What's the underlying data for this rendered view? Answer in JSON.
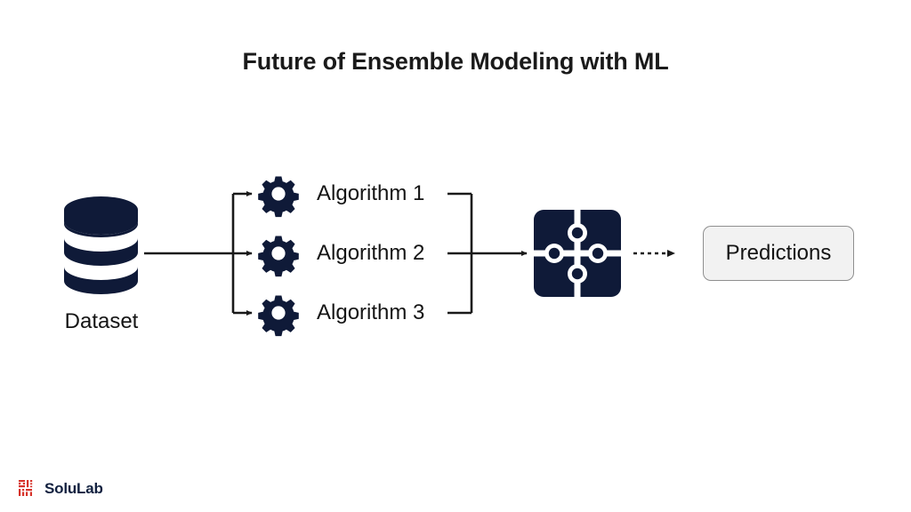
{
  "page": {
    "title": "Future of Ensemble Modeling with ML",
    "background_color": "#ffffff"
  },
  "colors": {
    "navy": "#0f1a38",
    "text": "#141414",
    "title": "#1a1a1a",
    "line": "#1a1a1a",
    "box_fill": "#f2f2f2",
    "box_border": "#8f8f8f",
    "brand_red": "#d6322a",
    "brand_navy": "#11203f"
  },
  "diagram": {
    "type": "flow",
    "source": {
      "label": "Dataset",
      "icon": "database-icon"
    },
    "stages": [
      {
        "label": "Algorithm 1",
        "icon": "gear-icon"
      },
      {
        "label": "Algorithm 2",
        "icon": "gear-icon"
      },
      {
        "label": "Algorithm 3",
        "icon": "gear-icon"
      }
    ],
    "combiner": {
      "icon": "puzzle-icon",
      "label": ""
    },
    "output": {
      "label": "Predictions"
    },
    "connectors": {
      "fan_out": "solid-arrow",
      "fan_in": "solid-arrow",
      "to_output": "dashed-arrow"
    }
  },
  "brand": {
    "name": "SoluLab",
    "mark": "solulab-logo-icon"
  }
}
